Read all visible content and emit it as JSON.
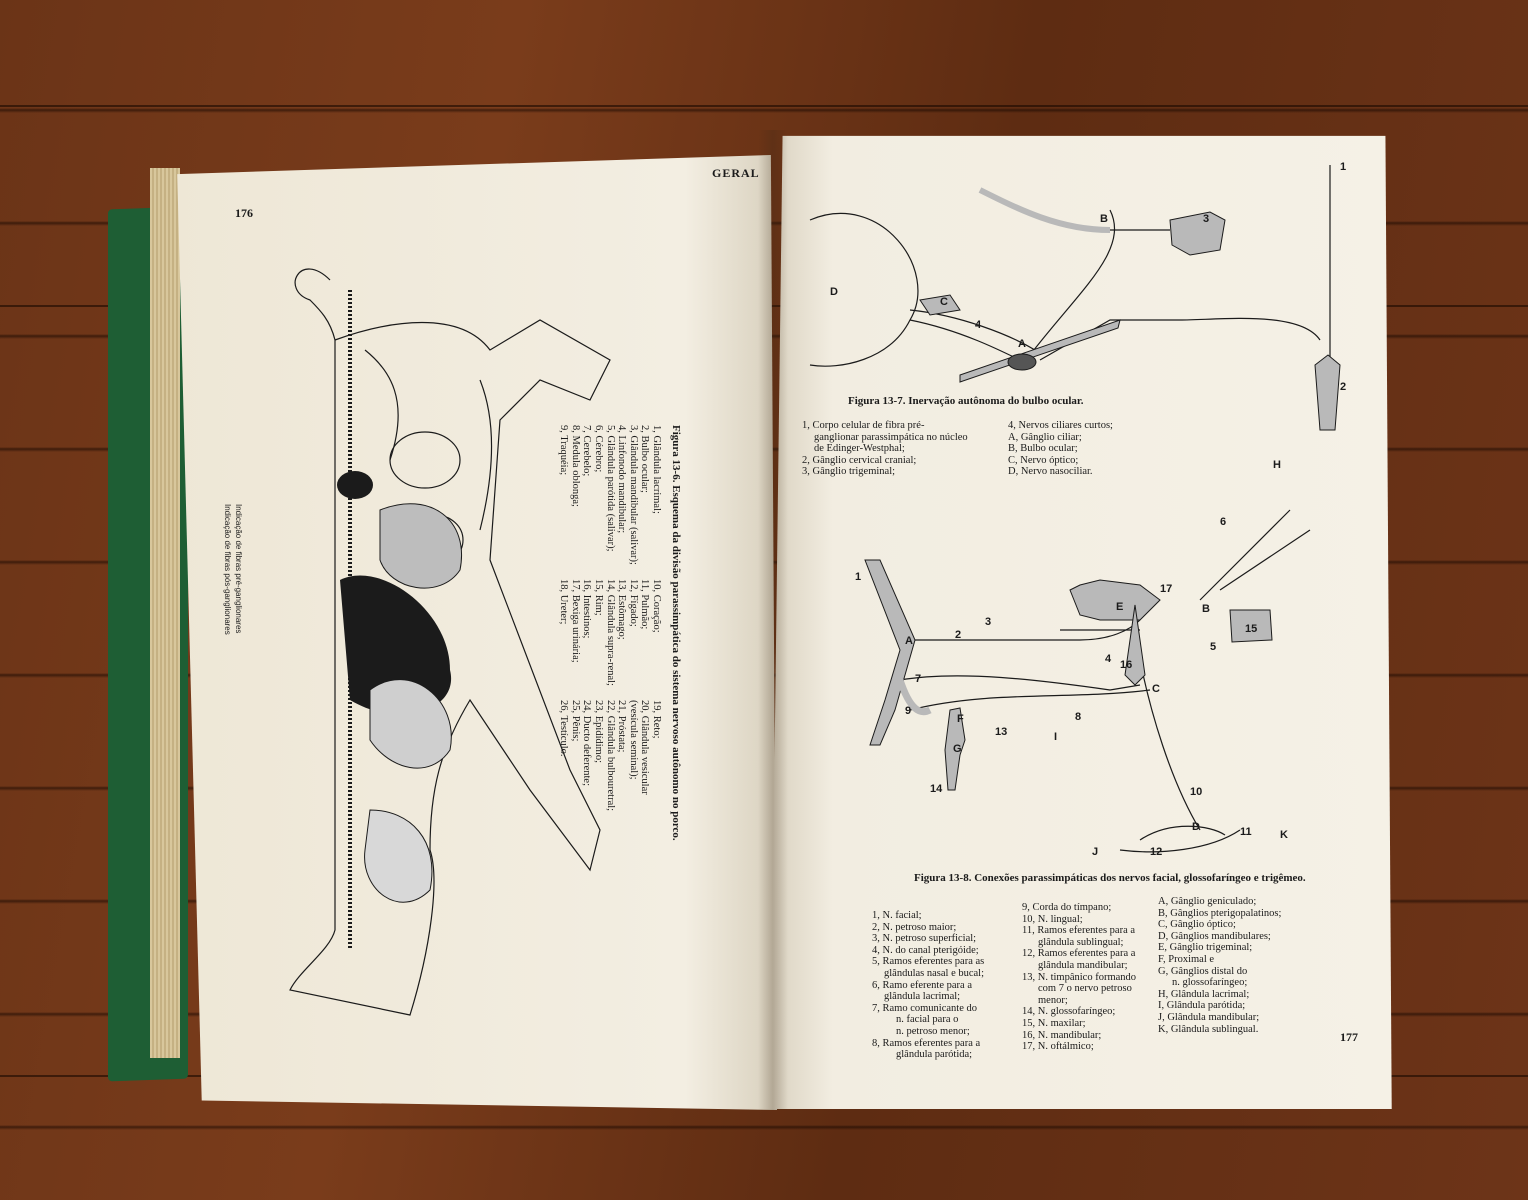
{
  "left_page": {
    "page_number": "176",
    "header": "GERAL",
    "legend": [
      "Indicação de fibras pré-ganglionares",
      "Indicação de fibras pós-ganglionares"
    ],
    "figure_caption": "Figura 13-6. Esquema da divisão parassimpática do sistema nervoso autônomo no porco.",
    "col1": [
      "1, Glândula lacrimal;",
      "2, Bulbo ocular;",
      "3, Glândula mandibular (salivar);",
      "4, Linfonodo mandibular;",
      "5, Glândula parótida (salivar);",
      "6, Cérebro;",
      "7, Cerebelo;",
      "8, Medula oblonga;",
      "9, Traquéia;"
    ],
    "col2": [
      "10, Coração;",
      "11, Pulmão;",
      "12, Fígado;",
      "13, Estômago;",
      "14, Glândula supra-renal;",
      "15, Rim;",
      "16, Intestinos;",
      "17, Bexiga urinária;",
      "18, Ureter;"
    ],
    "col3": [
      "19, Reto;",
      "20, Glândula vesicular",
      "(vesícula seminal);",
      "21, Próstata;",
      "22, Glândula bulbouretral;",
      "23, Epidídimo;",
      "24, Ducto deferente;",
      "25, Pênis;",
      "26, Testículo."
    ]
  },
  "right_page": {
    "page_number": "177",
    "figure_13_7": {
      "caption": "Figura 13-7. Inervação autônoma do bulbo ocular.",
      "left_list": [
        "1, Corpo celular de fibra pré-",
        "ganglionar parassimpática no núcleo",
        "de Edinger-Westphal;",
        "2, Gânglio cervical cranial;",
        "3, Gânglio trigeminal;"
      ],
      "right_list": [
        "4, Nervos ciliares curtos;",
        "A, Gânglio ciliar;",
        "B, Bulbo ocular;",
        "C, Nervo óptico;",
        "D, Nervo nasociliar."
      ]
    },
    "figure_13_8": {
      "caption": "Figura 13-8. Conexões parassimpáticas dos nervos facial, glossofaríngeo e trigêmeo.",
      "col1": [
        "1, N. facial;",
        "2, N. petroso maior;",
        "3, N. petroso superficial;",
        "4, N. do canal pterigóide;",
        "5, Ramos eferentes para as",
        "glândulas nasal e bucal;",
        "6, Ramo eferente para a",
        "glândula lacrimal;",
        "7, Ramo comunicante do",
        "n. facial para o",
        "n. petroso menor;",
        "8, Ramos eferentes para a",
        "glândula parótida;"
      ],
      "col2": [
        "9, Corda do tímpano;",
        "10, N. lingual;",
        "11, Ramos eferentes para a",
        "glândula sublingual;",
        "12, Ramos eferentes para a",
        "glândula mandibular;",
        "13, N. timpânico formando",
        "com 7 o nervo petroso",
        "menor;",
        "14, N. glossofaríngeo;",
        "15, N. maxilar;",
        "16, N. mandibular;",
        "17, N. oftálmico;"
      ],
      "col3": [
        "A, Gânglio geniculado;",
        "B, Gânglios pterigopalatinos;",
        "C, Gânglio óptico;",
        "D, Gânglios mandibulares;",
        "E, Gânglio trigeminal;",
        "F, Proximal e",
        "G, Gânglios distal do",
        "n. glossofaríngeo;",
        "H, Glândula lacrimal;",
        "I, Glândula parótida;",
        "J, Glândula mandibular;",
        "K, Glândula sublingual."
      ]
    },
    "fig7_labels": [
      "1",
      "2",
      "3",
      "4",
      "A",
      "B",
      "C",
      "D"
    ],
    "fig8_labels": [
      "1",
      "2",
      "3",
      "4",
      "5",
      "6",
      "7",
      "8",
      "9",
      "10",
      "11",
      "12",
      "13",
      "14",
      "15",
      "16",
      "17",
      "A",
      "B",
      "C",
      "D",
      "E",
      "F",
      "G",
      "H",
      "I",
      "J",
      "K"
    ]
  },
  "colors": {
    "floor": "#6b3417",
    "paper": "#f3eee2",
    "cover": "#1e5e34",
    "ink": "#1b1b1b",
    "gray_fill": "#b9b9b9"
  }
}
